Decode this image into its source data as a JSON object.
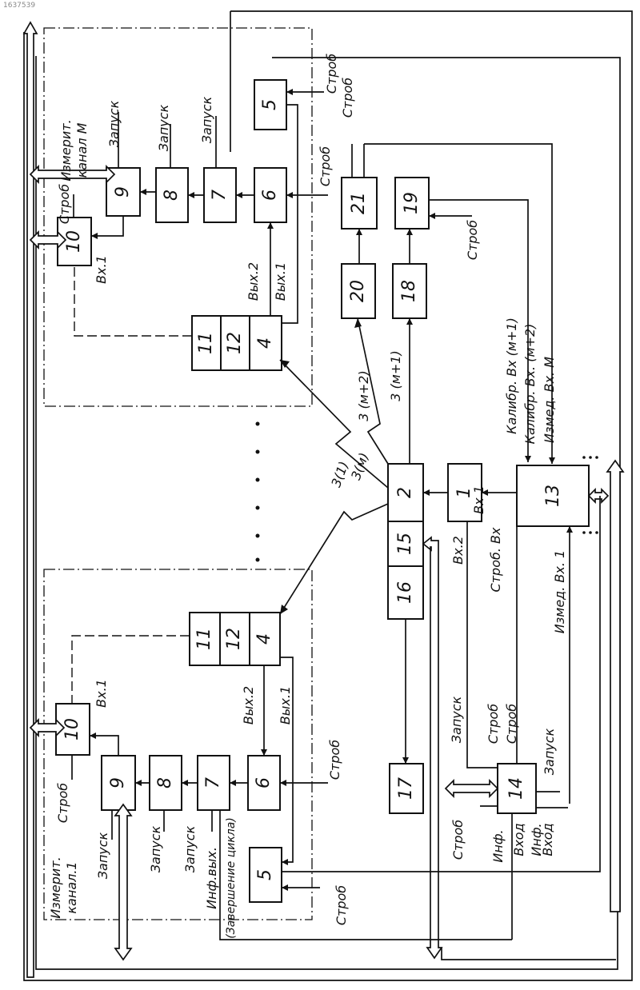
{
  "doc_number": "1637539",
  "blocks": {
    "b1": "1",
    "b2": "2",
    "b4": "4",
    "b5": "5",
    "b6": "6",
    "b7": "7",
    "b8": "8",
    "b9": "9",
    "b10": "10",
    "b11": "11",
    "b12": "12",
    "b13": "13",
    "b14": "14",
    "b15": "15",
    "b16": "16",
    "b17": "17",
    "b18": "18",
    "b19": "19",
    "b20": "20",
    "b21": "21"
  },
  "labels": {
    "channel_m": [
      "Измерит.",
      "канал М"
    ],
    "channel_1": [
      "Измерит.",
      "канал.1"
    ],
    "strob": "Строб",
    "zapusk": "Запуск",
    "vh1": "Вх.1",
    "vh1_lower": "Вх.1",
    "vyh1": "Вых.1",
    "vyh2": "Вых.2",
    "inf_vyh": "Инф.вых.",
    "end_cycle": "(Завершение цикла)",
    "z1": "3(1)",
    "zm": "3(м)",
    "zm1": "3 (м+1)",
    "zm2": "3 (м+2)",
    "kalib1": "Калибр. Вх (м+1)",
    "kalib2": "Калибр. Вх. (м+2)",
    "izmed_vh_m": "Измед. Вх. М",
    "izmed_vh1": "Измед. Вх. 1",
    "strob_vh": "Строб. Вх",
    "vh2": "Вх.2",
    "vh1_13": "Вх 1",
    "inf": "Инф.",
    "vhod": "Вход",
    "inf_vhod": [
      "Инф.",
      "Вход"
    ]
  }
}
